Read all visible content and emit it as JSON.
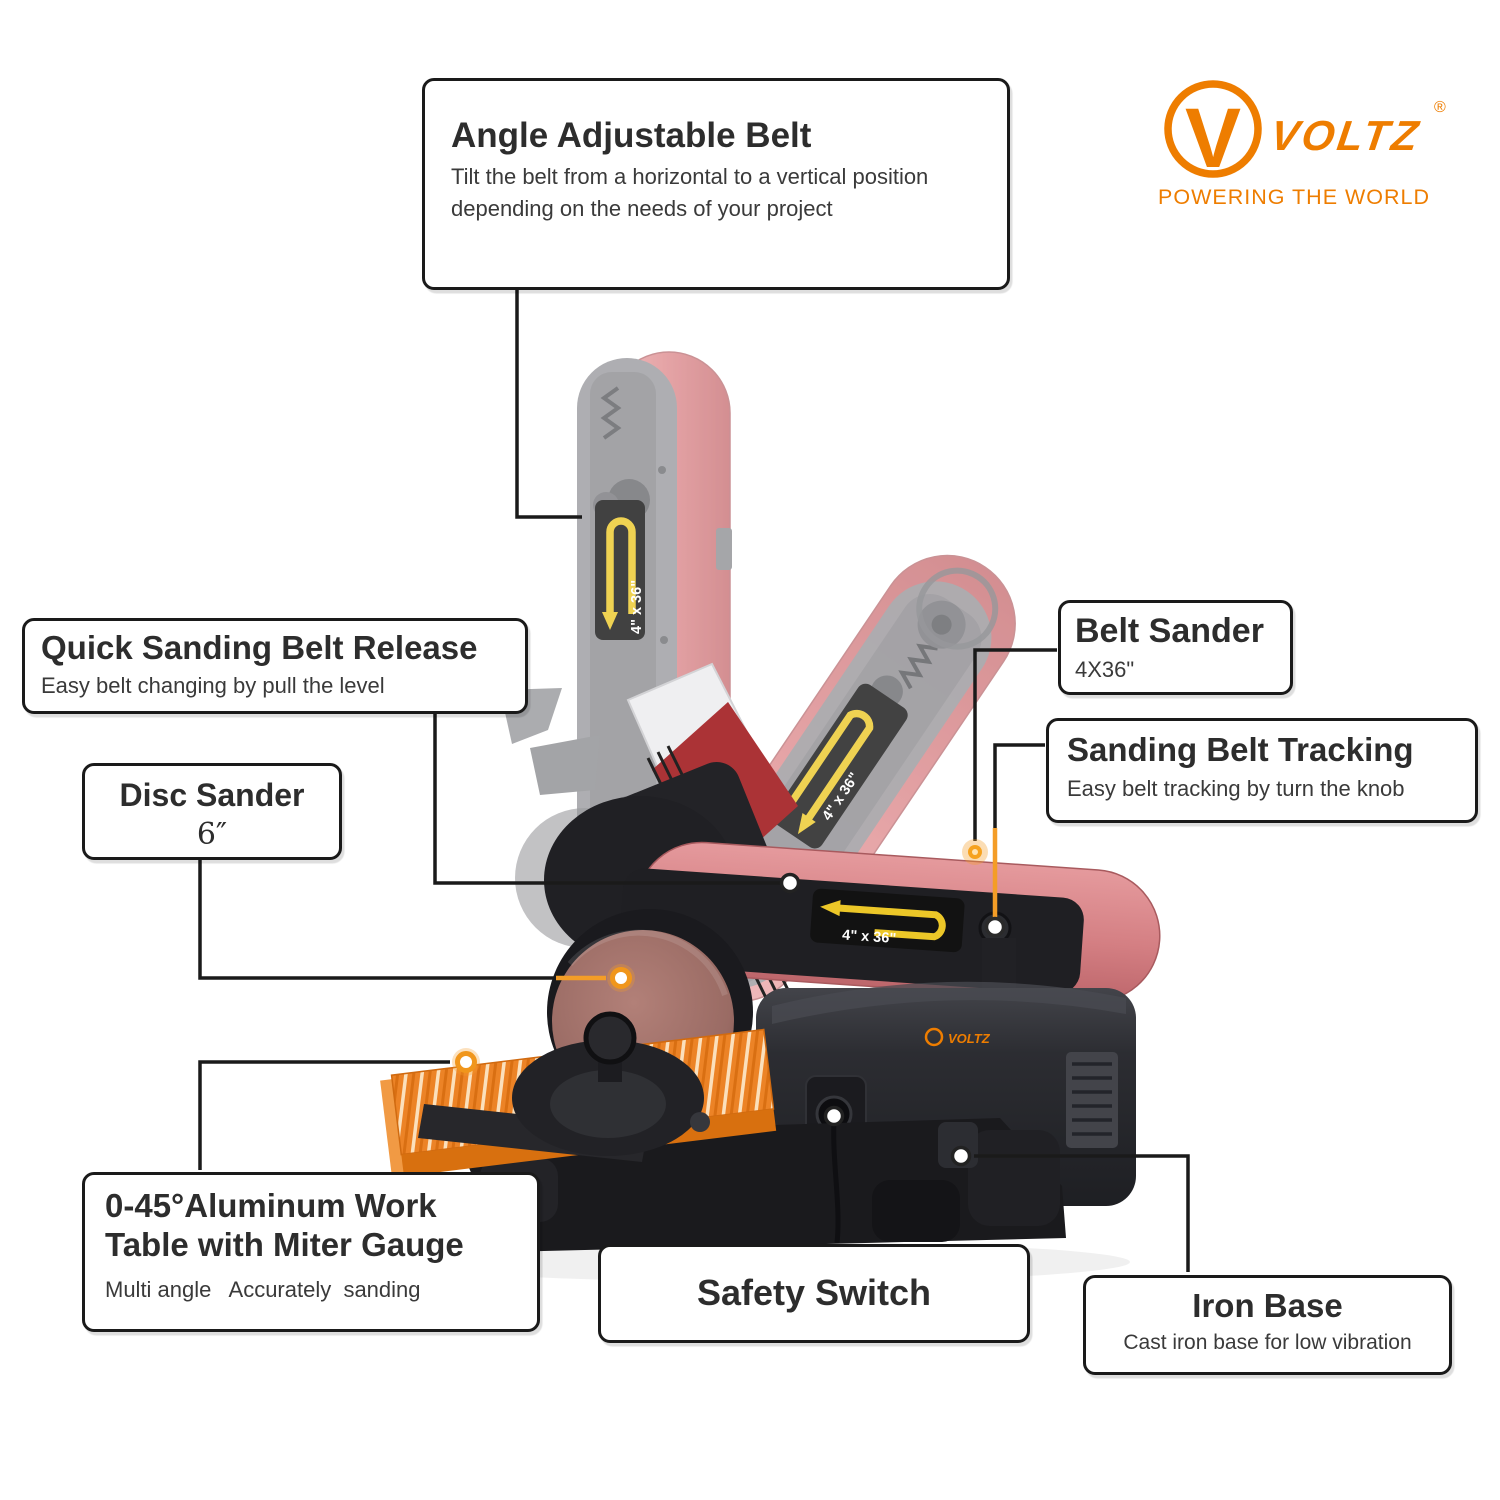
{
  "brand": {
    "initial": "V",
    "name": "VOLTZ",
    "registered": "®",
    "tagline": "POWERING THE WORLD",
    "color": "#EE7D00"
  },
  "product": {
    "belt_size_label": "4\" x 36\""
  },
  "callouts": {
    "angle_belt": {
      "title": "Angle Adjustable Belt",
      "description": "Tilt the belt from a horizontal to a vertical position depending on the needs of your project"
    },
    "quick_release": {
      "title": "Quick Sanding Belt Release",
      "description": "Easy belt changing by pull the level"
    },
    "disc_sander": {
      "title": "Disc Sander",
      "size": "6″"
    },
    "belt_sander": {
      "title": "Belt Sander",
      "size": "4X36\""
    },
    "belt_tracking": {
      "title": "Sanding Belt Tracking",
      "description": "Easy belt tracking by turn the knob"
    },
    "work_table": {
      "title": "0-45°Aluminum Work Table with Miter Gauge",
      "description": "Multi angle   Accurately  sanding"
    },
    "safety_switch": {
      "title": "Safety Switch"
    },
    "iron_base": {
      "title": "Iron Base",
      "description": "Cast iron base for low vibration"
    }
  },
  "colors": {
    "accent_orange": "#EE7D00",
    "connector_dot_orange": "#F49D27",
    "belt_red": "#D98184",
    "table_orange": "#EC8326",
    "machine_black": "#1D1D20"
  }
}
